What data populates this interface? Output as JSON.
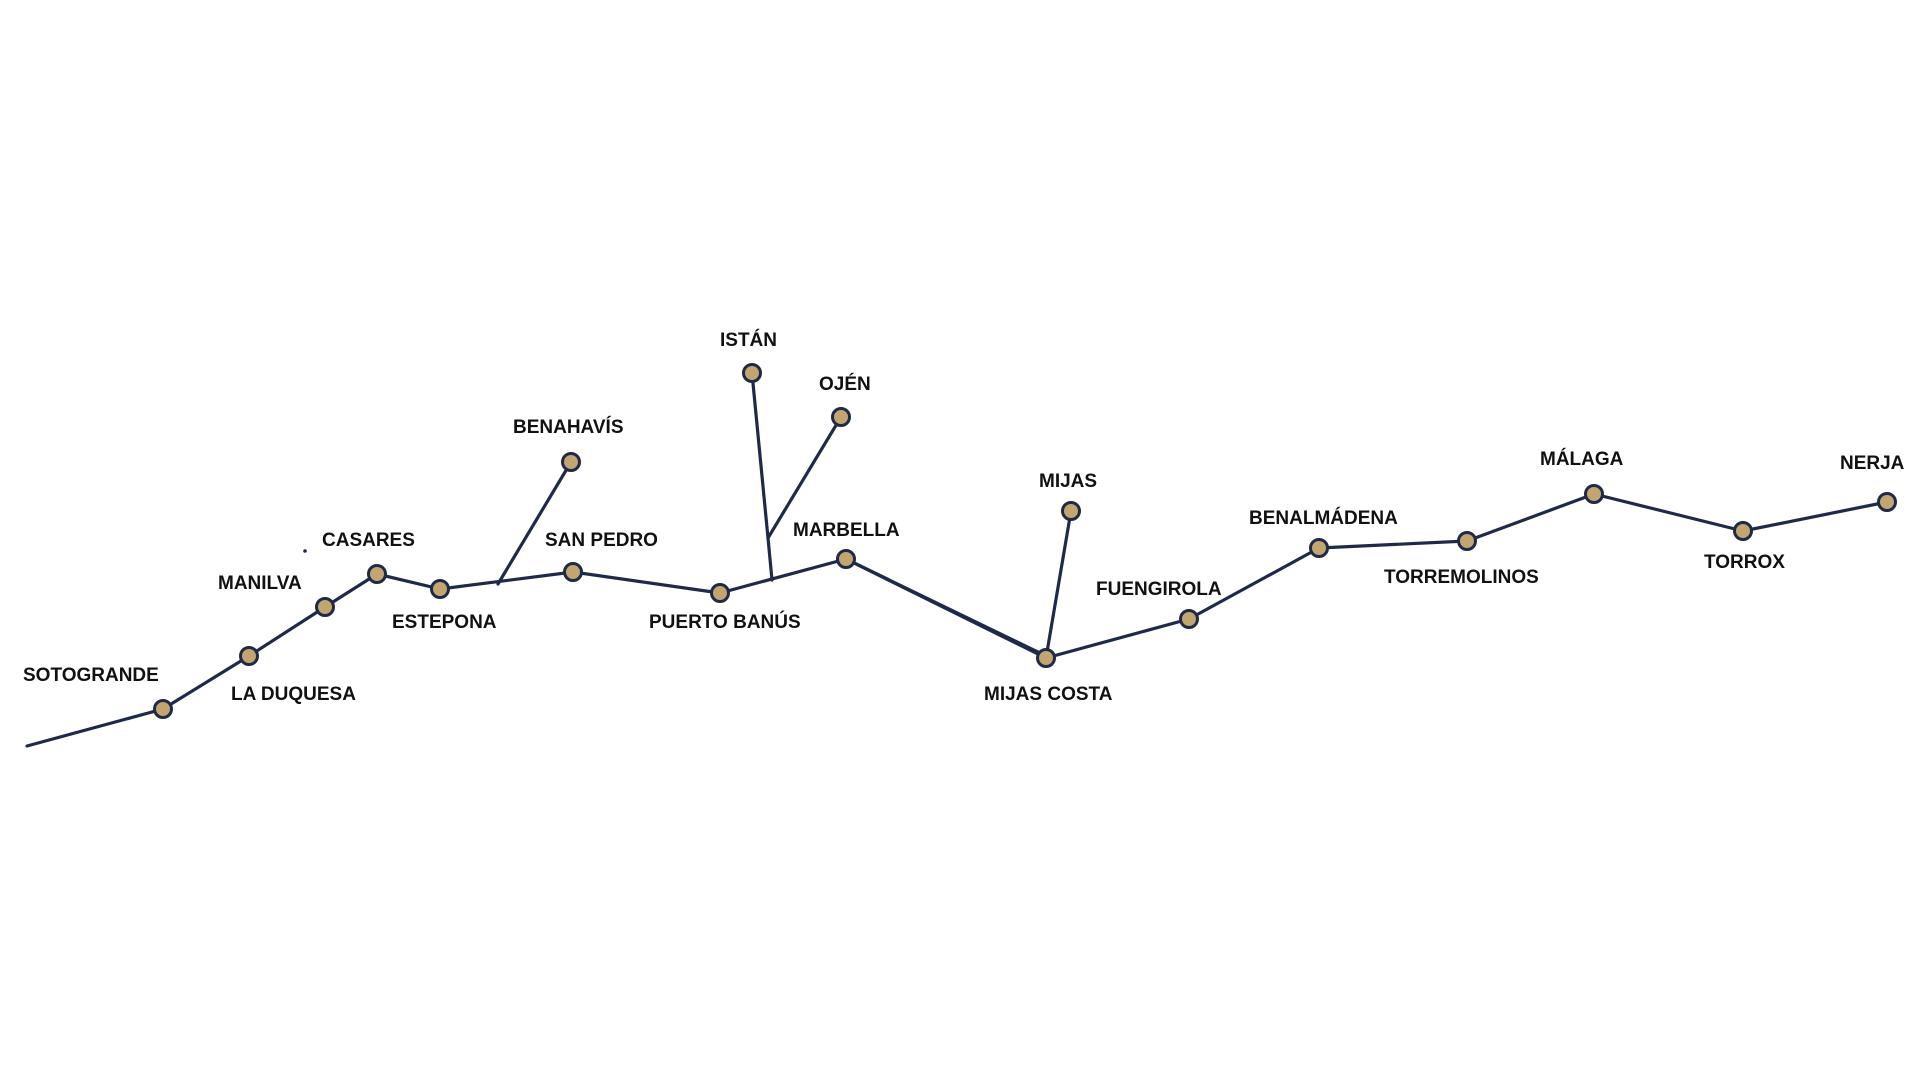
{
  "colors": {
    "line": "#1f2a4a",
    "marker_fill": "#c2a56f",
    "marker_stroke": "#1f2a4a",
    "label": "#111111"
  },
  "stops": [
    {
      "id": "sotogrande",
      "name": "SOTOGRANDE"
    },
    {
      "id": "la-duquesa",
      "name": "LA DUQUESA"
    },
    {
      "id": "manilva",
      "name": "MANILVA"
    },
    {
      "id": "casares",
      "name": "CASARES"
    },
    {
      "id": "estepona",
      "name": "ESTEPONA"
    },
    {
      "id": "benahavis",
      "name": "BENAHAVÍS"
    },
    {
      "id": "san-pedro",
      "name": "SAN PEDRO"
    },
    {
      "id": "puerto-banus",
      "name": "PUERTO BANÚS"
    },
    {
      "id": "istan",
      "name": "ISTÁN"
    },
    {
      "id": "ojen",
      "name": "OJÉN"
    },
    {
      "id": "marbella",
      "name": "MARBELLA"
    },
    {
      "id": "mijas",
      "name": "MIJAS"
    },
    {
      "id": "mijas-costa",
      "name": "MIJAS COSTA"
    },
    {
      "id": "fuengirola",
      "name": "FUENGIROLA"
    },
    {
      "id": "benalmadena",
      "name": "BENALMÁDENA"
    },
    {
      "id": "torremolinos",
      "name": "TORREMOLINOS"
    },
    {
      "id": "malaga",
      "name": "MÁLAGA"
    },
    {
      "id": "torrox",
      "name": "TORROX"
    },
    {
      "id": "nerja",
      "name": "NERJA"
    }
  ],
  "connections": [
    [
      "sotogrande",
      "la-duquesa"
    ],
    [
      "la-duquesa",
      "manilva"
    ],
    [
      "manilva",
      "casares"
    ],
    [
      "casares",
      "estepona"
    ],
    [
      "estepona",
      "san-pedro"
    ],
    [
      "san-pedro",
      "puerto-banus"
    ],
    [
      "puerto-banus",
      "marbella"
    ],
    [
      "marbella",
      "mijas-costa"
    ],
    [
      "mijas-costa",
      "fuengirola"
    ],
    [
      "fuengirola",
      "benalmadena"
    ],
    [
      "benalmadena",
      "torremolinos"
    ],
    [
      "torremolinos",
      "malaga"
    ],
    [
      "malaga",
      "torrox"
    ],
    [
      "torrox",
      "nerja"
    ],
    [
      "mijas-costa",
      "mijas"
    ]
  ]
}
